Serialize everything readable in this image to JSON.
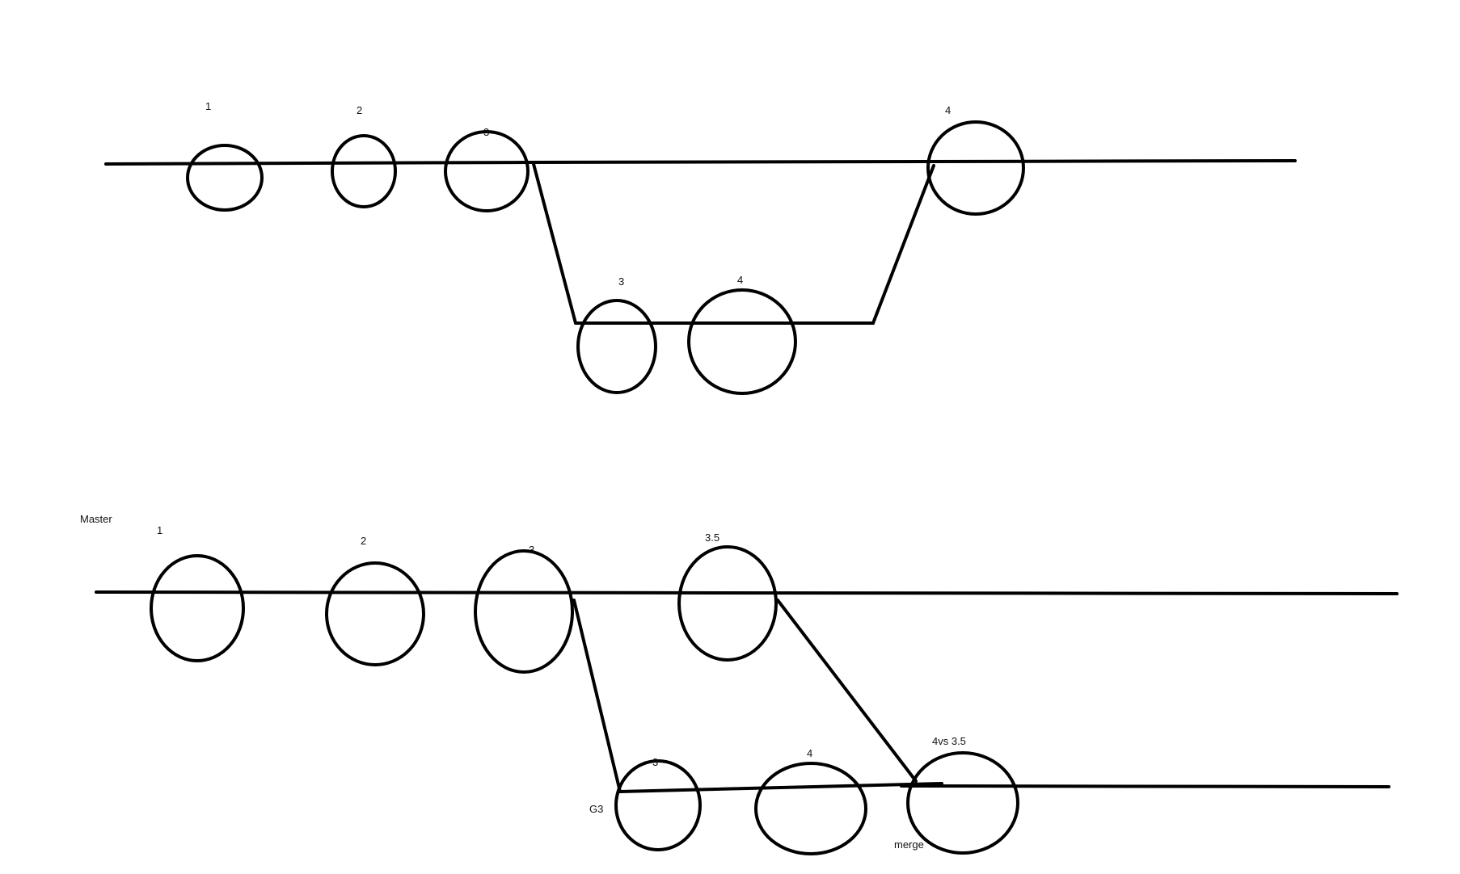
{
  "diagram_top": {
    "labels": {
      "main_commit_1": "1",
      "main_commit_2": "2",
      "main_commit_3": "3",
      "main_commit_4": "4",
      "branch_commit_3": "3",
      "branch_commit_4": "4"
    }
  },
  "diagram_bottom": {
    "labels": {
      "branch_name": "Master",
      "main_commit_1": "1",
      "main_commit_2": "2",
      "main_commit_3": "3",
      "main_commit_3_5": "3.5",
      "branch_commit_3": "3",
      "branch_commit_4": "4",
      "merge_commit": "4vs 3.5",
      "branch_tag": "G3",
      "merge_label": "merge"
    }
  },
  "colors": {
    "stroke": "#000000",
    "background": "#ffffff"
  }
}
